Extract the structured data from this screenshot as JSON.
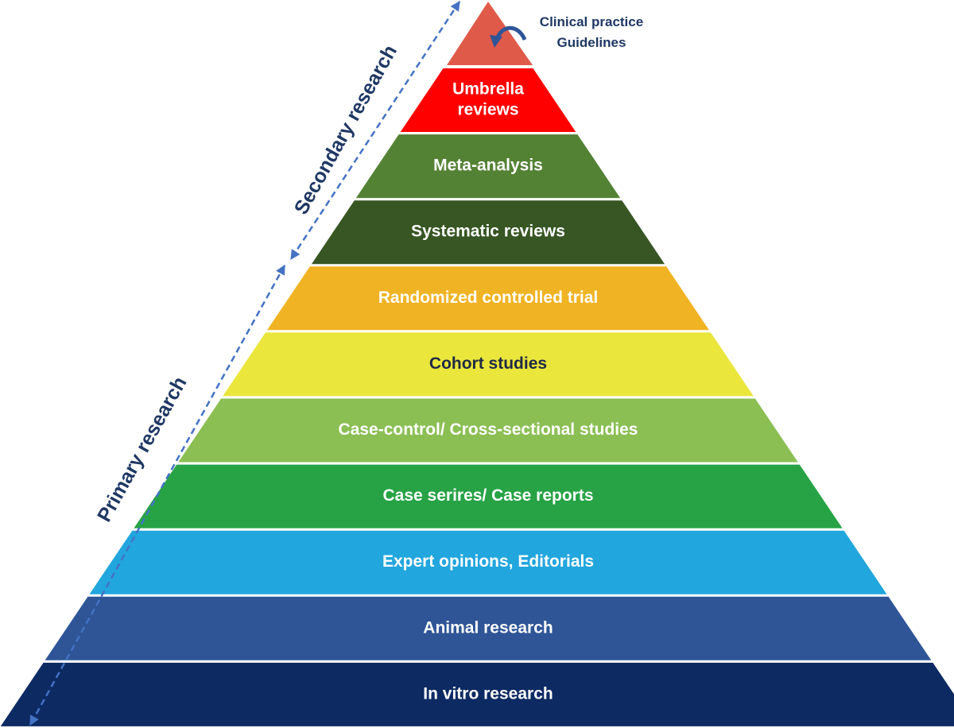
{
  "apex": {
    "color": "#e05a4a",
    "caption_line1": "Clinical practice",
    "caption_line2": "Guidelines",
    "arrow_icon": "curved-arrow-icon"
  },
  "tiers": [
    {
      "label_line1": "Umbrella",
      "label_line2": "reviews",
      "color": "#ff0000",
      "text_color": "#ffffff"
    },
    {
      "label_line1": "Meta-analysis",
      "label_line2": "",
      "color": "#548235",
      "text_color": "#ffffff"
    },
    {
      "label_line1": "Systematic reviews",
      "label_line2": "",
      "color": "#375623",
      "text_color": "#ffffff"
    },
    {
      "label_line1": "Randomized controlled trial",
      "label_line2": "",
      "color": "#f0b323",
      "text_color": "#ffffff"
    },
    {
      "label_line1": "Cohort studies",
      "label_line2": "",
      "color": "#ebe63c",
      "text_color": "#1f2a44"
    },
    {
      "label_line1": "Case-control/ Cross-sectional studies",
      "label_line2": "",
      "color": "#8bbf54",
      "text_color": "#ffffff"
    },
    {
      "label_line1": "Case serires/ Case reports",
      "label_line2": "",
      "color": "#27a346",
      "text_color": "#ffffff"
    },
    {
      "label_line1": "Expert opinions, Editorials",
      "label_line2": "",
      "color": "#22a6de",
      "text_color": "#ffffff"
    },
    {
      "label_line1": "Animal research",
      "label_line2": "",
      "color": "#2f5597",
      "text_color": "#ffffff"
    },
    {
      "label_line1": "In vitro research",
      "label_line2": "",
      "color": "#0d2a63",
      "text_color": "#ffffff"
    }
  ],
  "side_labels": {
    "secondary": "Secondary research",
    "primary": "Primary research",
    "arrow_color": "#4472c4",
    "text_color": "#1f3864"
  }
}
